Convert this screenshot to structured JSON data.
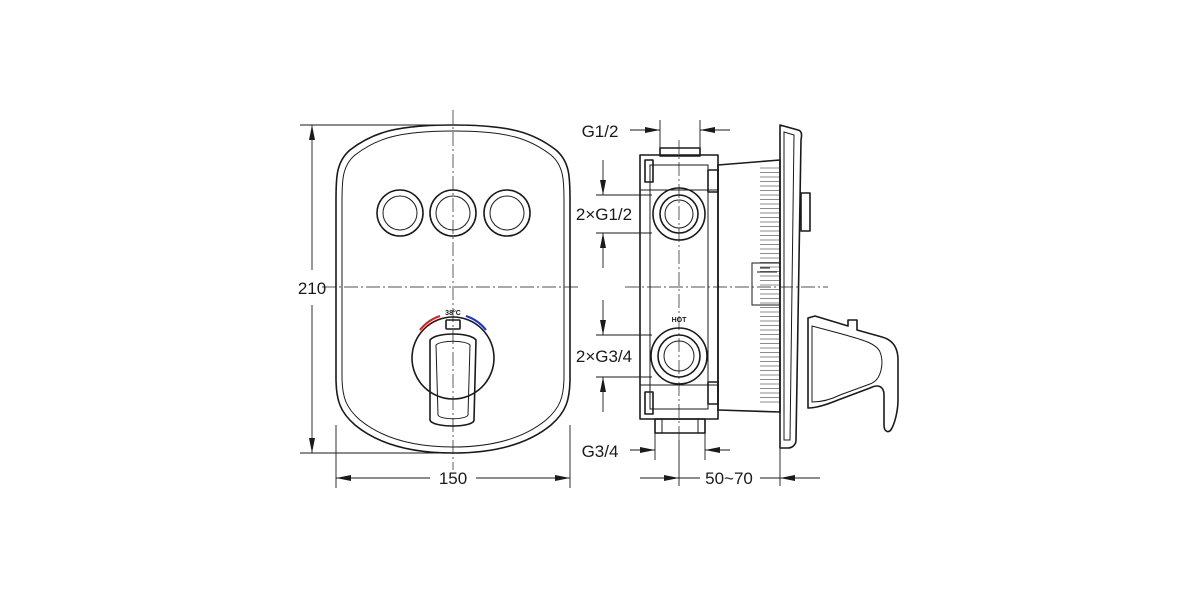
{
  "front_view": {
    "height_label": "210",
    "width_label": "150",
    "temperature_label": "38°C",
    "button_count": 3,
    "hot_marker_color": "#e0201f",
    "cold_marker_color": "#1a35d6"
  },
  "side_view": {
    "inlet_label": "G1/2",
    "port_upper_label": "2×G1/2",
    "hot_label": "HOT",
    "port_lower_label": "2×G3/4",
    "outlet_label": "G3/4",
    "depth_label": "50~70"
  }
}
